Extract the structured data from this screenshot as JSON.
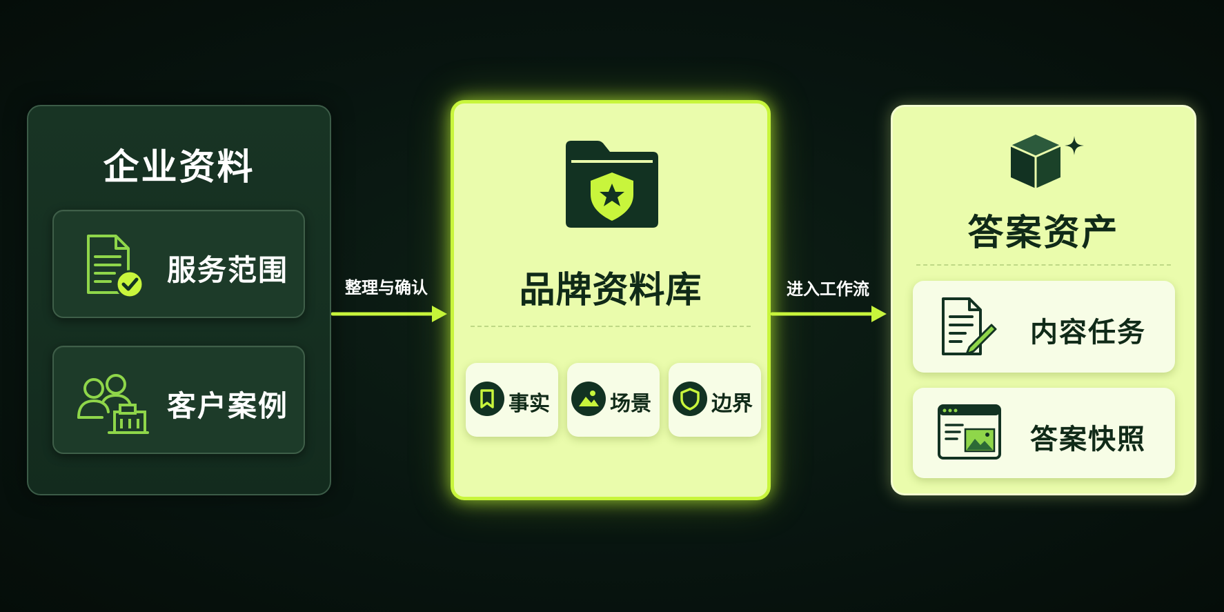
{
  "source_panel": {
    "title": "企业资料",
    "cards": [
      {
        "label": "服务范围",
        "icon": "document-check-icon"
      },
      {
        "label": "客户案例",
        "icon": "people-building-icon"
      }
    ]
  },
  "arrow_1": {
    "label": "整理与确认"
  },
  "center_panel": {
    "title": "品牌资料库",
    "icon": "folder-shield-star-icon",
    "chips": [
      {
        "label": "事实",
        "icon": "bookmark-icon"
      },
      {
        "label": "场景",
        "icon": "image-icon"
      },
      {
        "label": "边界",
        "icon": "shield-icon"
      }
    ]
  },
  "arrow_2": {
    "label": "进入工作流"
  },
  "output_panel": {
    "title": "答案资产",
    "icon": "cube-sparkle-icon",
    "cards": [
      {
        "label": "内容任务",
        "icon": "document-pencil-icon"
      },
      {
        "label": "答案快照",
        "icon": "browser-image-icon"
      }
    ]
  },
  "colors": {
    "background": "#081510",
    "accent": "#c8f53c",
    "light_panel": "#eafcac",
    "dark_panel": "#153020",
    "dark_text": "#102a18",
    "icon_green": "#8fd64a"
  }
}
